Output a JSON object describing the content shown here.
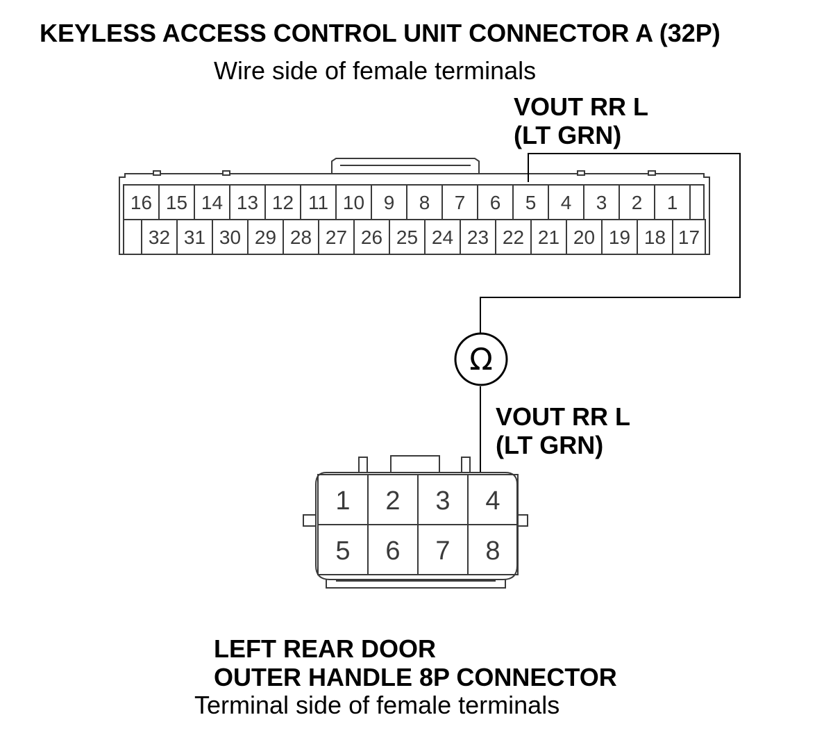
{
  "title": "KEYLESS ACCESS CONTROL UNIT CONNECTOR A (32P)",
  "connector_a": {
    "view": "Wire side of female terminals",
    "top_row": [
      "16",
      "15",
      "14",
      "13",
      "12",
      "11",
      "10",
      "9",
      "8",
      "7",
      "6",
      "5",
      "4",
      "3",
      "2",
      "1"
    ],
    "bottom_row": [
      "32",
      "31",
      "30",
      "29",
      "28",
      "27",
      "26",
      "25",
      "24",
      "23",
      "22",
      "21",
      "20",
      "19",
      "18",
      "17"
    ],
    "wire_label_line1": "VOUT RR L",
    "wire_label_line2": "(LT GRN)"
  },
  "meter_symbol": "Ω",
  "connector_b": {
    "wire_label_line1": "VOUT RR L",
    "wire_label_line2": "(LT GRN)",
    "top_row": [
      "1",
      "2",
      "3",
      "4"
    ],
    "bottom_row": [
      "5",
      "6",
      "7",
      "8"
    ],
    "name_line1": "LEFT REAR DOOR",
    "name_line2": "OUTER HANDLE 8P CONNECTOR",
    "view": "Terminal side of female terminals"
  }
}
